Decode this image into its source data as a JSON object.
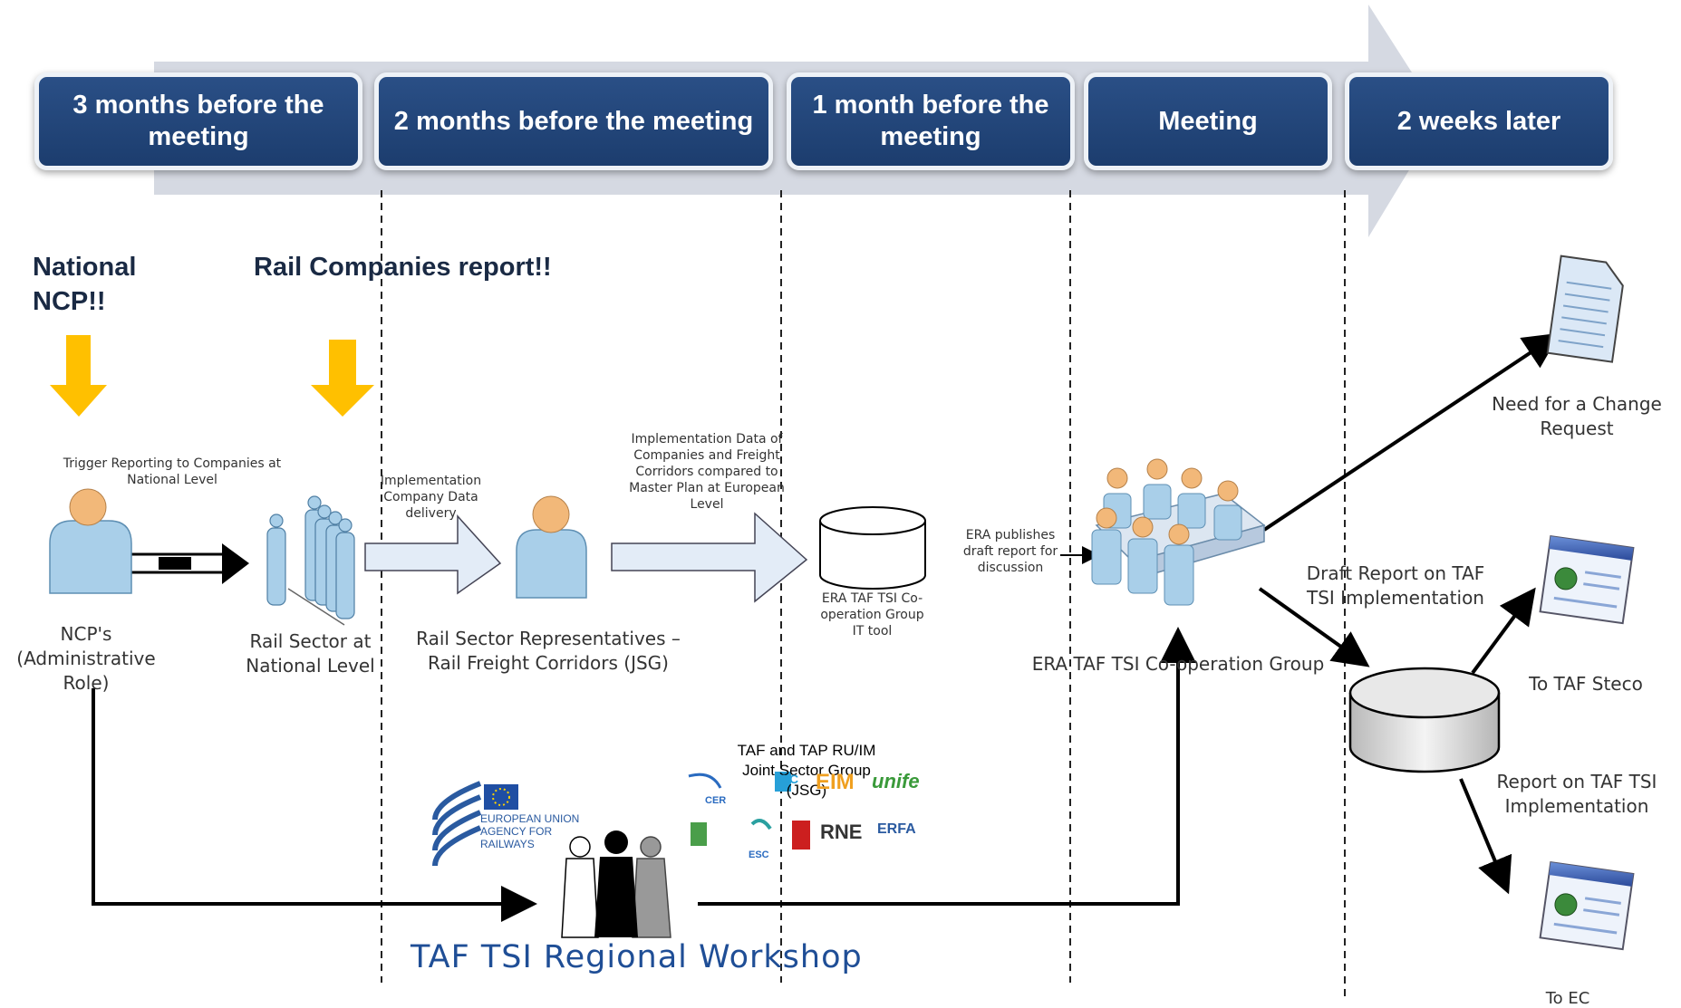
{
  "phases": [
    "3 months before the meeting",
    "2 months before the meeting",
    "1 month before the meeting",
    "Meeting",
    "2 weeks later"
  ],
  "callouts": {
    "national_ncp": "National NCP!!",
    "rail_companies": "Rail Companies report!!"
  },
  "actors": {
    "ncps": "NCP's (Administrative Role)",
    "rail_sector_national": "Rail Sector at National Level",
    "rail_sector_reps": "Rail Sector Representatives – Rail Freight Corridors (JSG)",
    "era_it_tool": "ERA TAF TSI Co-operation Group IT tool",
    "era_group": "ERA TAF TSI Co-operation Group"
  },
  "flow_labels": {
    "trigger": "Trigger Reporting to Companies at National Level",
    "implementation_delivery": "Implementation Company Data delivery",
    "implementation_compared": "Implementation Data of Companies and Freight Corridors compared to Master Plan at European Level",
    "era_publishes": "ERA publishes draft report for discussion"
  },
  "outputs": {
    "change_request": "Need for a Change Request",
    "draft_report": "Draft Report on TAF TSI Implementation",
    "to_steco": "To TAF Steco",
    "report": "Report on TAF TSI Implementation",
    "to_ec": "To EC"
  },
  "workshop": {
    "title": "TAF TSI Regional Workshop",
    "jsg_title": "TAF and TAP RU/IM Joint Sector Group (JSG)",
    "era_logo": "EUROPEAN UNION AGENCY FOR RAILWAYS",
    "logos": [
      "CER",
      "UIC",
      "EIM",
      "unife",
      "ESC",
      "RNE",
      "ERFA"
    ]
  },
  "colors": {
    "phase_fill": "#1f477c",
    "timeline_arrow": "#d5d9e2",
    "callout_arrow": "#ffc000",
    "person": "#a9cfe9",
    "head": "#f2b879",
    "workshop_text": "#1f4e96"
  }
}
